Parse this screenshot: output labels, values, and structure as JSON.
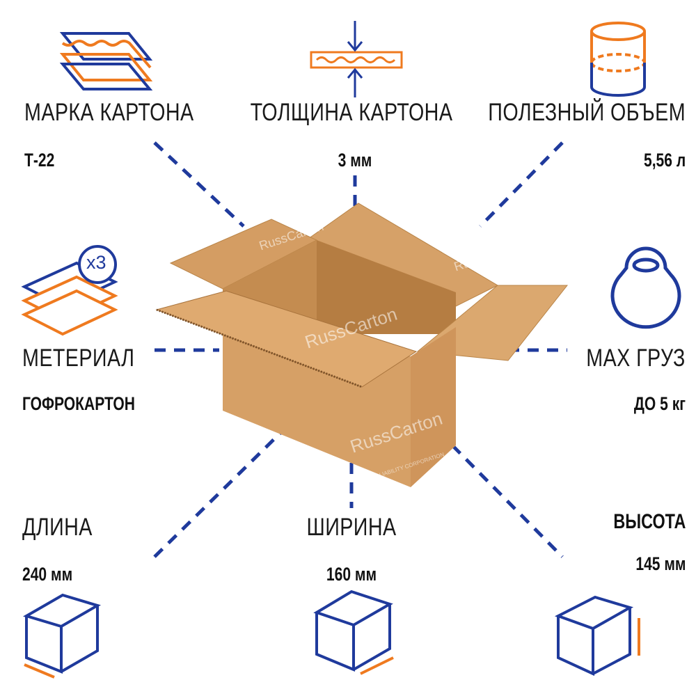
{
  "colors": {
    "blue": "#1f3a9c",
    "orange": "#ef7a1f",
    "cardboard": "#d9a56b"
  },
  "specs": [
    {
      "id": "brand",
      "label": "МАРКА КАРТОНА",
      "value": "Т-22",
      "icon": "layered-sheets-icon"
    },
    {
      "id": "thickness",
      "label": "ТОЛЩИНА КАРТОНА",
      "value": "3 мм",
      "icon": "thickness-icon"
    },
    {
      "id": "volume",
      "label": "ПОЛЕЗНЫЙ ОБЪЕМ",
      "value": "5,56 л",
      "icon": "cylinder-volume-icon"
    },
    {
      "id": "material",
      "label": "МЕТЕРИАЛ",
      "value": "ГОФРОКАРТОН",
      "icon": "layers-x3-icon",
      "badge": "x3"
    },
    {
      "id": "max_load",
      "label": "MAX ГРУЗ",
      "value": "ДО 5 кг",
      "icon": "kettlebell-icon"
    },
    {
      "id": "length",
      "label": "ДЛИНА",
      "value": "240 мм",
      "icon": "cube-length-icon"
    },
    {
      "id": "width",
      "label": "ШИРИНА",
      "value": "160 мм",
      "icon": "cube-width-icon"
    },
    {
      "id": "height",
      "label": "ВЫСОТА",
      "value": "145 мм",
      "icon": "cube-height-icon"
    }
  ],
  "watermark": {
    "brand": "RussCarton",
    "sub": "LIMITED LIABILITY CORPORATION"
  }
}
